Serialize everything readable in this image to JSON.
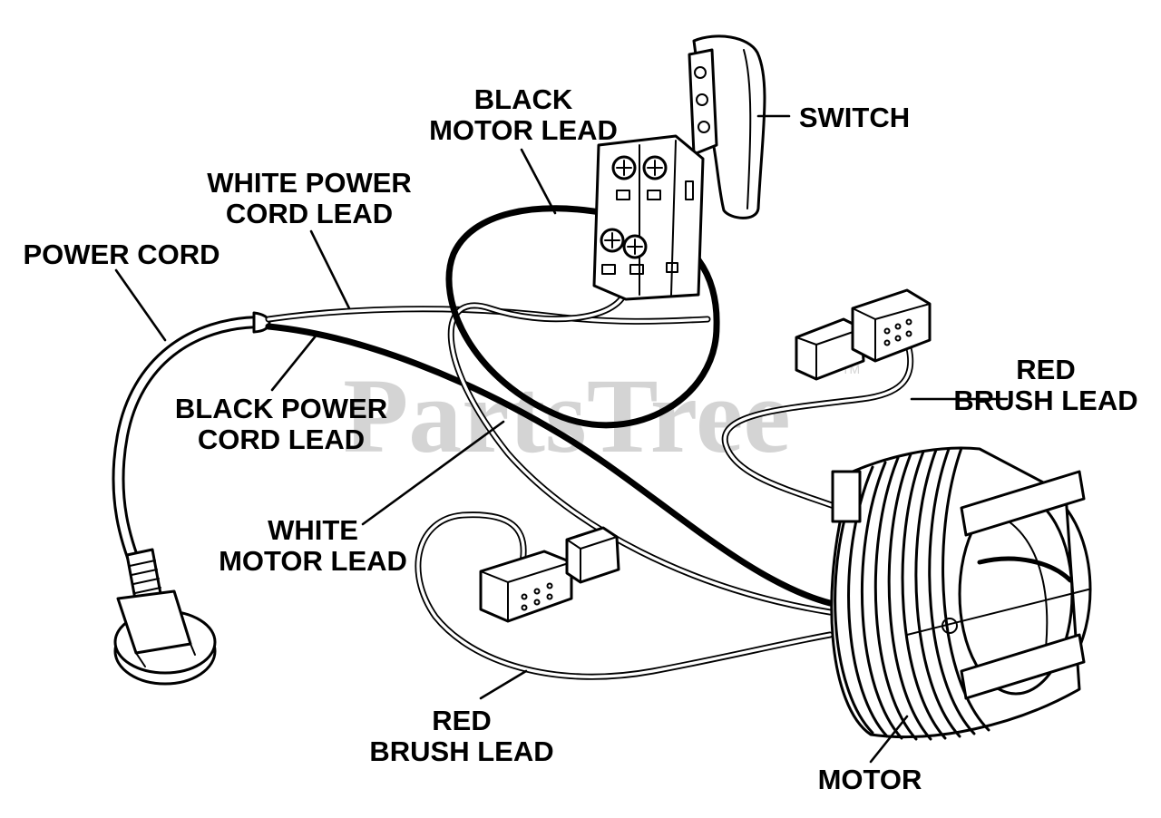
{
  "watermark": {
    "text": "PartsTree",
    "trademark": "TM"
  },
  "labels": {
    "black_motor_lead": [
      "BLACK",
      "MOTOR LEAD"
    ],
    "switch": [
      "SWITCH"
    ],
    "white_power_cord_lead": [
      "WHITE POWER",
      "CORD LEAD"
    ],
    "power_cord": [
      "POWER CORD"
    ],
    "red_brush_lead_right": [
      "RED",
      "BRUSH LEAD"
    ],
    "black_power_cord_lead": [
      "BLACK POWER",
      "CORD LEAD"
    ],
    "white_motor_lead": [
      "WHITE",
      "MOTOR LEAD"
    ],
    "red_brush_lead_bottom": [
      "RED",
      "BRUSH LEAD"
    ],
    "motor": [
      "MOTOR"
    ]
  }
}
